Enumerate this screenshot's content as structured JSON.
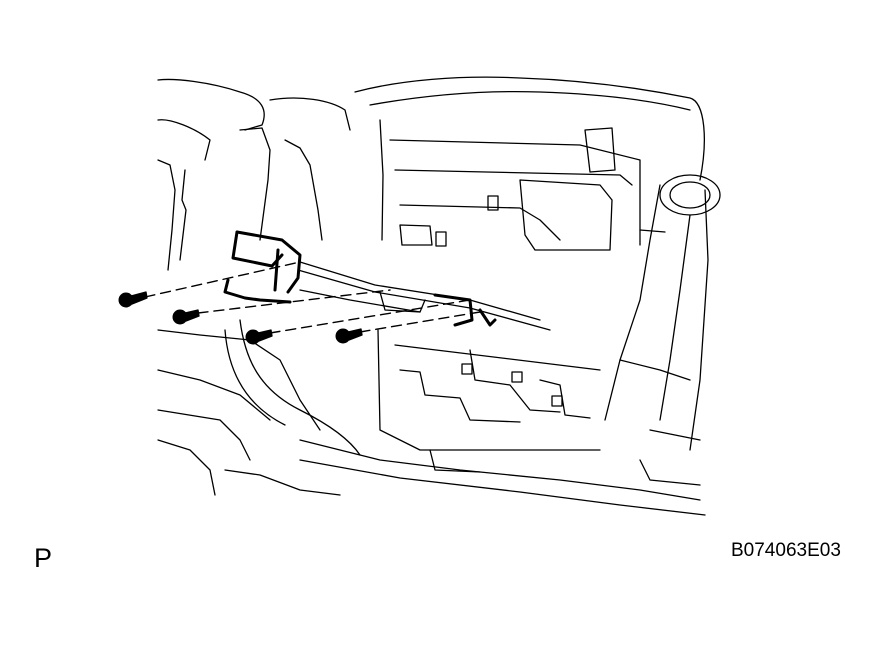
{
  "figure": {
    "view_label": "P",
    "figure_id": "B074063E03",
    "subject": "instrument panel assembly with bracket and 4 mounting bolts (exploded view)",
    "bolt_count": 4
  },
  "colors": {
    "line": "#000000",
    "background": "#ffffff"
  }
}
